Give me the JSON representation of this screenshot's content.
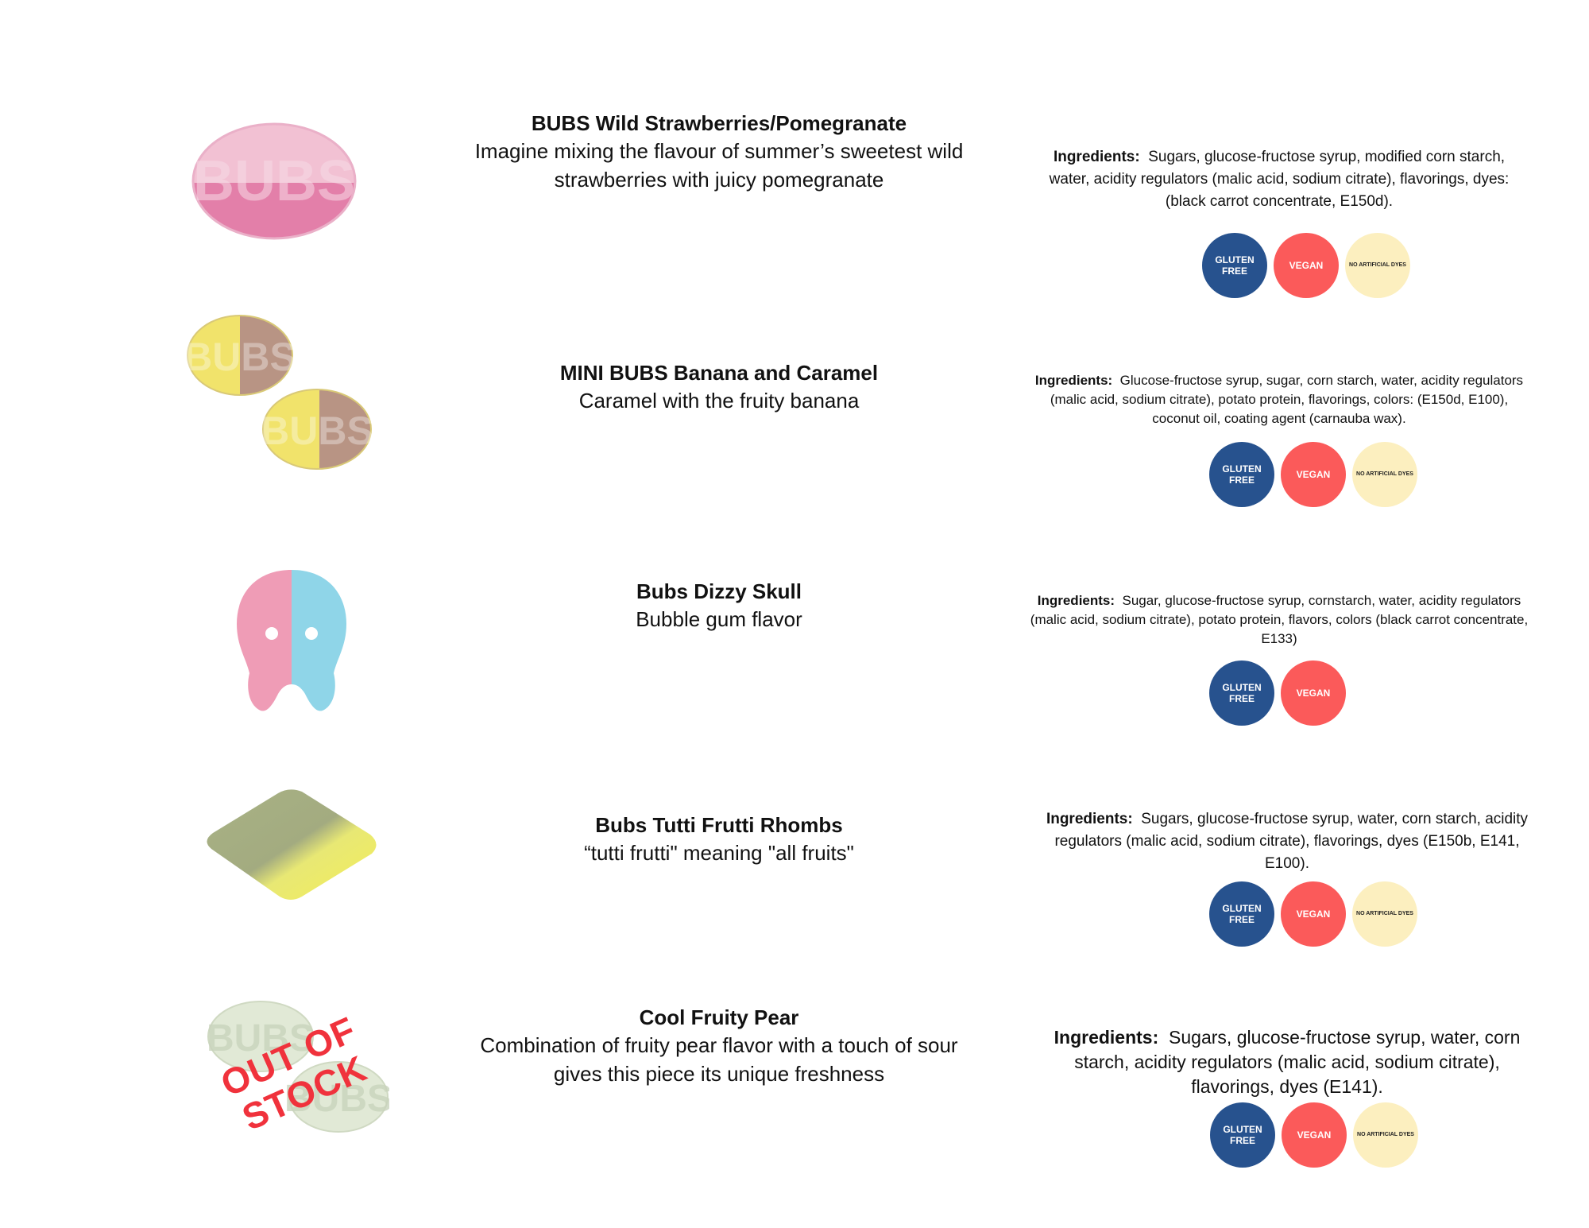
{
  "ingredients_label": "Ingredients:",
  "badges": {
    "gluten_free": "GLUTEN FREE",
    "vegan": "VEGAN",
    "no_artificial_dyes": "NO ARTIFICIAL DYES"
  },
  "colors": {
    "gluten_free": "#27528e",
    "vegan": "#fb5a5a",
    "no_artificial_dyes": "#fcefbf",
    "out_of_stock": "#f0323c"
  },
  "products": [
    {
      "name": "BUBS Wild Strawberries/Pomegranate",
      "description": "Imagine mixing the flavour of summer’s sweetest wild strawberries with juicy pomegranate",
      "ingredients": "Sugars, glucose-fructose syrup, modified corn starch, water, acidity regulators (malic acid, sodium citrate), flavorings, dyes: (black carrot concentrate, E150d).",
      "candy_text": "BUBS"
    },
    {
      "name": "MINI BUBS Banana and Caramel",
      "description": "Caramel with the fruity banana",
      "ingredients": "Glucose-fructose syrup, sugar, corn starch, water, acidity regulators (malic acid, sodium citrate), potato protein, flavorings, colors: (E150d, E100), coconut oil, coating agent (carnauba wax).",
      "candy_text": "BUBS"
    },
    {
      "name": "Bubs Dizzy Skull",
      "description": "Bubble gum flavor",
      "ingredients": "Sugar, glucose-fructose syrup, cornstarch, water, acidity regulators (malic acid, sodium citrate), potato protein, flavors, colors (black carrot concentrate, E133)"
    },
    {
      "name": "Bubs Tutti Frutti Rhombs",
      "description": "“tutti frutti\" meaning \"all fruits\"",
      "ingredients": "Sugars, glucose-fructose syrup, water, corn starch, acidity regulators (malic acid, sodium citrate), flavorings, dyes (E150b, E141, E100)."
    },
    {
      "name": "Cool Fruity Pear",
      "description": "Combination of fruity pear flavor with a touch of sour gives this piece its unique freshness",
      "ingredients": "Sugars, glucose-fructose syrup, water, corn starch, acidity regulators (malic acid, sodium citrate), flavorings, dyes (E141).",
      "status": "OUT OF STOCK",
      "candy_text": "BUBS"
    }
  ]
}
